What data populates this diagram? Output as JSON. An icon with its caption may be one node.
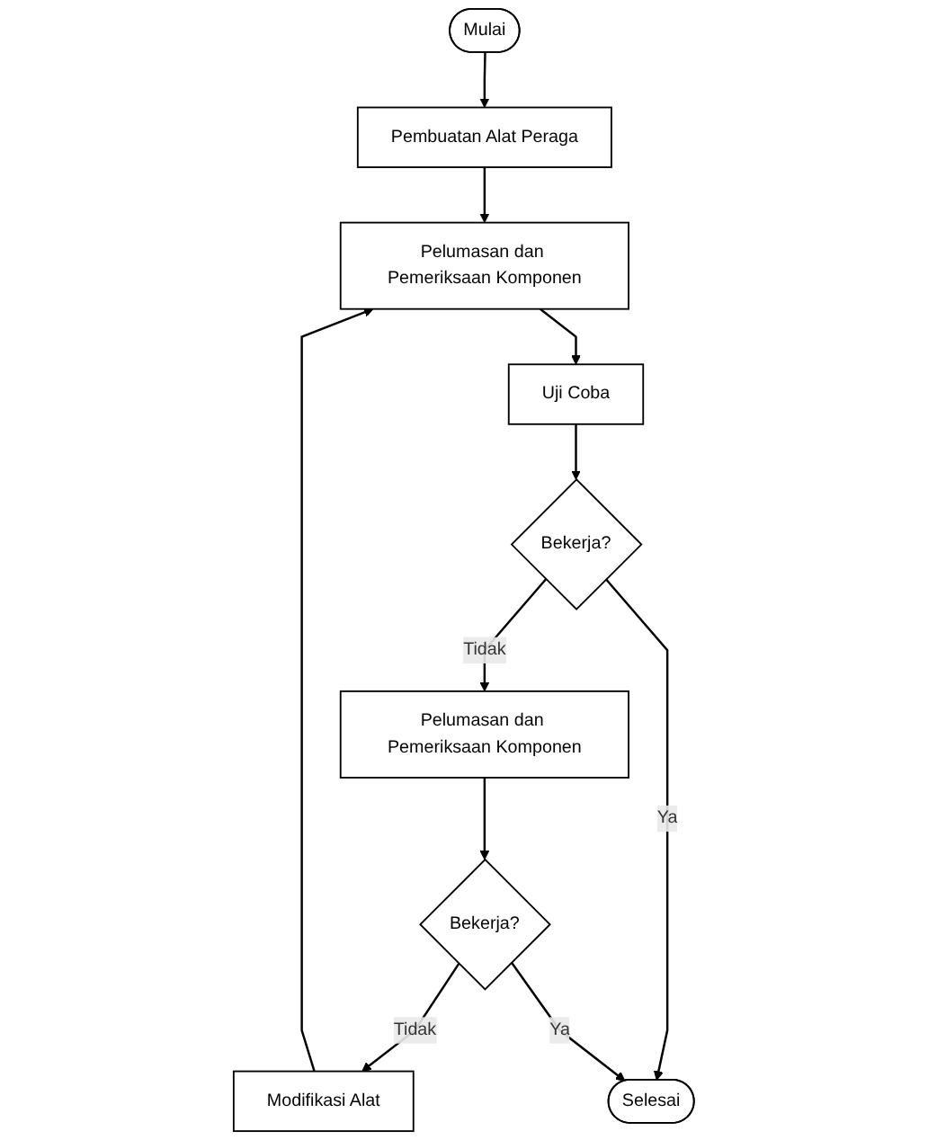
{
  "diagram": {
    "nodes": [
      {
        "text": [
          "Mulai"
        ]
      },
      {
        "text": [
          "Pembuatan Alat Peraga"
        ]
      },
      {
        "text": [
          "Pelumasan dan Pemeriksaan Komponen"
        ]
      },
      {
        "text": [
          "Modifikasi Alat"
        ]
      },
      {
        "text": [
          "Uji Coba"
        ]
      },
      {
        "text": [
          "Bekerja?"
        ]
      },
      {
        "text": [
          "Pelumasan dan Pemeriksaan Komponen"
        ]
      },
      {
        "text": [
          "Bekerja?"
        ]
      },
      {
        "text": [
          "Selesai"
        ]
      }
    ],
    "edges": [
      {
        "from": 0,
        "to": 1,
        "arrow": "to"
      },
      {
        "from": 1,
        "to": 2,
        "arrow": "to"
      },
      {
        "from": 2,
        "to": 4,
        "arrow": "to"
      },
      {
        "from": 4,
        "to": 5,
        "arrow": "to"
      },
      {
        "from": 5,
        "to": 6,
        "arrow": "to",
        "label": "Tidak"
      },
      {
        "from": 6,
        "to": 7,
        "arrow": "to"
      },
      {
        "from": 7,
        "to": 3,
        "arrow": "to",
        "label": "Tidak"
      },
      {
        "from": 3,
        "to": 2,
        "arrow": "to"
      },
      {
        "from": 5,
        "to": 8,
        "arrow": "to",
        "label": "Ya"
      },
      {
        "from": 7,
        "to": 8,
        "arrow": "to",
        "label": "Ya"
      }
    ]
  }
}
